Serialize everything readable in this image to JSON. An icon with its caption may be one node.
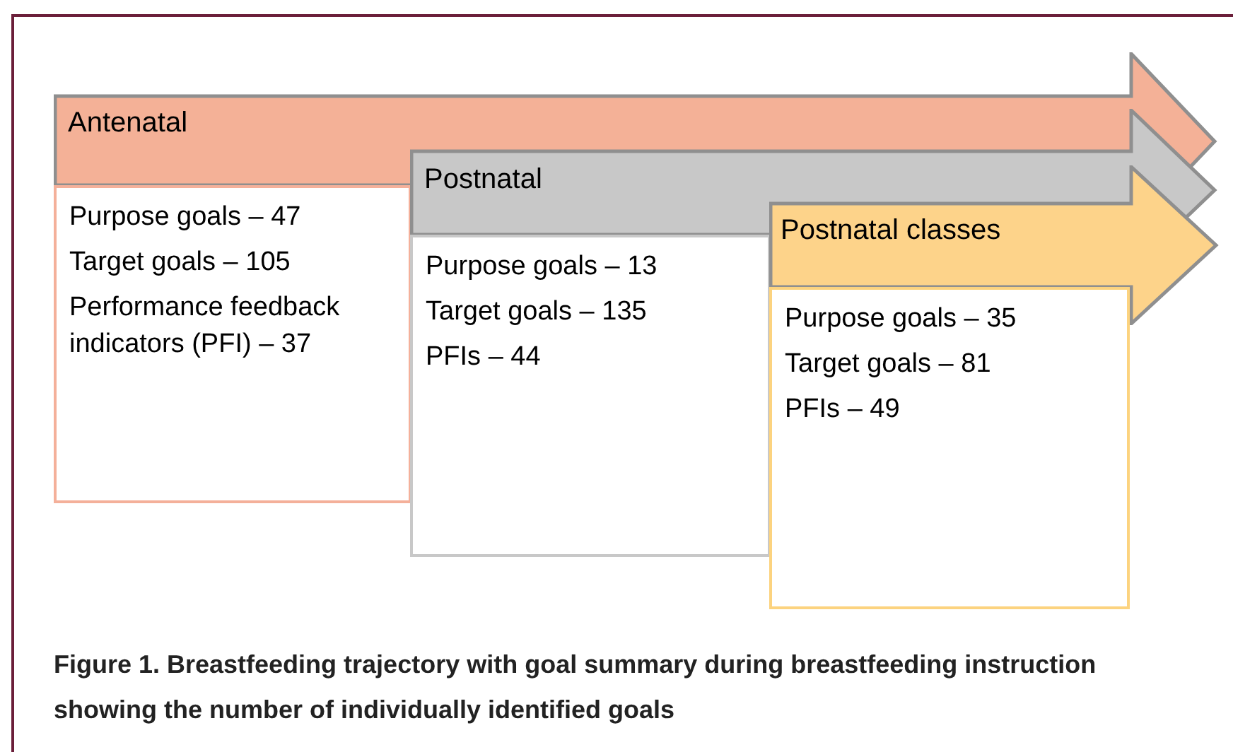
{
  "diagram": {
    "caption": "Figure 1. Breastfeeding trajectory with goal summary during breastfeeding instruction showing the number of individually identified goals",
    "nodes": [
      {
        "text": [
          "Antenatal"
        ]
      },
      {
        "text": [
          "Purpose goals – 47",
          "Target goals – 105",
          "Performance feedback indicators (PFI) – 37"
        ]
      },
      {
        "text": [
          "Postnatal"
        ]
      },
      {
        "text": [
          "Purpose goals – 13",
          "Target goals – 135",
          "PFIs – 44"
        ]
      },
      {
        "text": [
          "Postnatal classes"
        ]
      },
      {
        "text": [
          "Purpose goals – 35",
          "Target goals – 81",
          "PFIs – 49"
        ]
      }
    ],
    "edges": []
  }
}
